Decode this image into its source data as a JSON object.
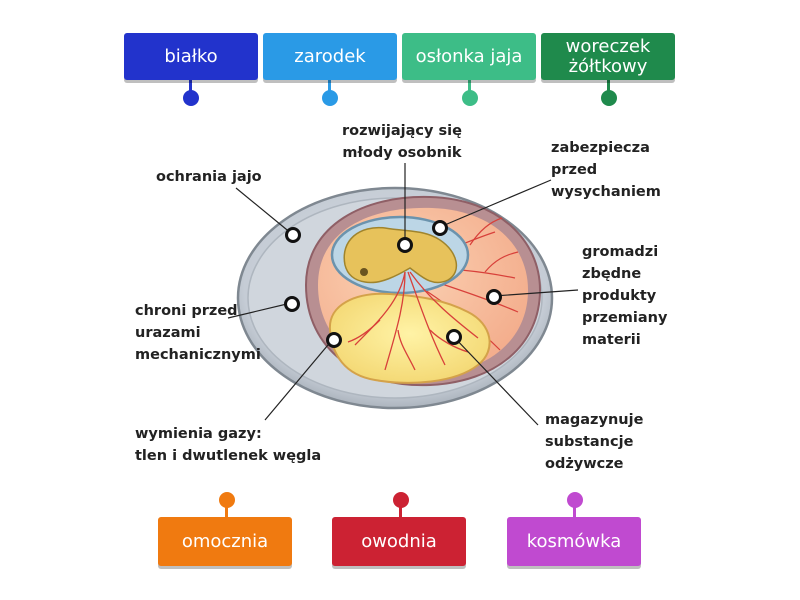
{
  "tiles_top": [
    {
      "label": "białko",
      "color": "#2233cc"
    },
    {
      "label": "zarodek",
      "color": "#2a9ae6"
    },
    {
      "label": "osłonka jaja",
      "color": "#3dbd87"
    },
    {
      "label": "woreczek żółtkowy",
      "color": "#1f8a4c"
    }
  ],
  "tiles_bottom": [
    {
      "label": "omocznia",
      "color": "#f07a10"
    },
    {
      "label": "owodnia",
      "color": "#cc2233"
    },
    {
      "label": "kosmówka",
      "color": "#c04ad0"
    }
  ],
  "labels": {
    "ochrania": "ochrania jajo",
    "rozwijajacy": "rozwijający się\nmłody osobnik",
    "zabezpiecza": "zabezpiecza\nprzed\nwysychaniem",
    "gromadzi": "gromadzi\nzbędne\nprodukty\nprzemiany\nmaterii",
    "chroni": "chroni przed\nurazami\nmechanicznymi",
    "wymienia": "wymienia gazy:\n tlen i dwutlenek węgla",
    "magazynuje": "magazynuje\nsubstancje\nodżywcze"
  }
}
